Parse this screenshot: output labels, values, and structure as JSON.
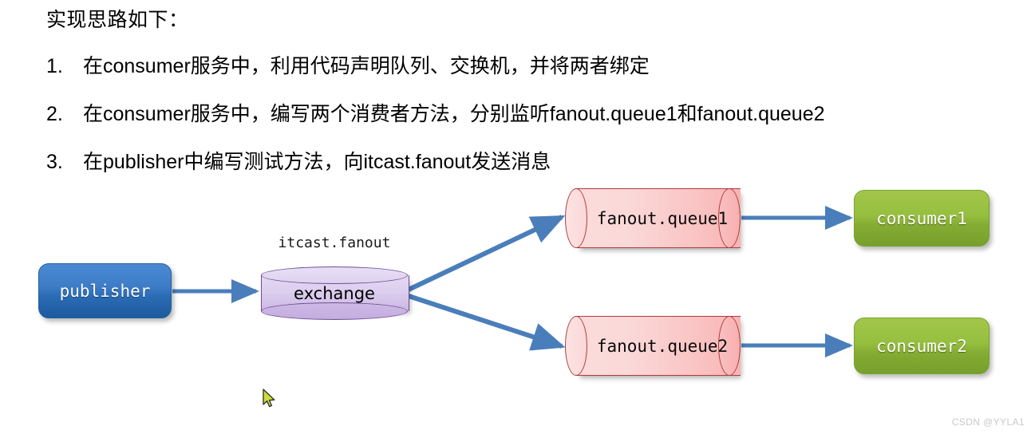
{
  "document": {
    "title": "实现思路如下：",
    "steps": [
      {
        "num": "1.",
        "text": "在consumer服务中，利用代码声明队列、交换机，并将两者绑定"
      },
      {
        "num": "2.",
        "text": "在consumer服务中，编写两个消费者方法，分别监听fanout.queue1和fanout.queue2"
      },
      {
        "num": "3.",
        "text": "在publisher中编写测试方法，向itcast.fanout发送消息"
      }
    ]
  },
  "diagram": {
    "publisher": {
      "label": "publisher"
    },
    "exchange": {
      "caption": "itcast.fanout",
      "label": "exchange"
    },
    "queues": [
      {
        "label": "fanout.queue1"
      },
      {
        "label": "fanout.queue2"
      }
    ],
    "consumers": [
      {
        "label": "consumer1"
      },
      {
        "label": "consumer2"
      }
    ],
    "colors": {
      "publisher_fill": "#3e7cc7",
      "exchange_fill": "#d3c2e9",
      "queue_fill": "#fac5c5",
      "consumer_fill": "#96bf3f",
      "arrow": "#4a7ebb",
      "cursor": "#cddc39"
    }
  },
  "watermark": {
    "text": "CSDN @YYLA1"
  }
}
